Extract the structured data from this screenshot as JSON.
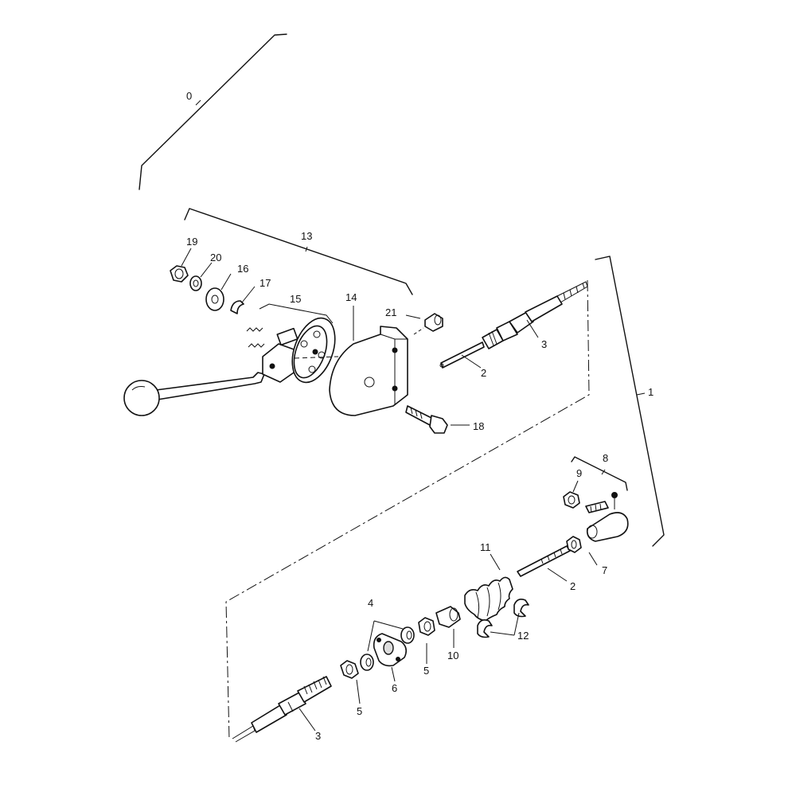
{
  "callouts": {
    "c0": "0",
    "c1": "1",
    "c2a": "2",
    "c2b": "2",
    "c3a": "3",
    "c3b": "3",
    "c4": "4",
    "c5a": "5",
    "c5b": "5",
    "c6": "6",
    "c7": "7",
    "c8": "8",
    "c9": "9",
    "c10": "10",
    "c11": "11",
    "c12": "12",
    "c13": "13",
    "c14": "14",
    "c15": "15",
    "c16": "16",
    "c17": "17",
    "c18": "18",
    "c19": "19",
    "c20": "20",
    "c21": "21"
  }
}
